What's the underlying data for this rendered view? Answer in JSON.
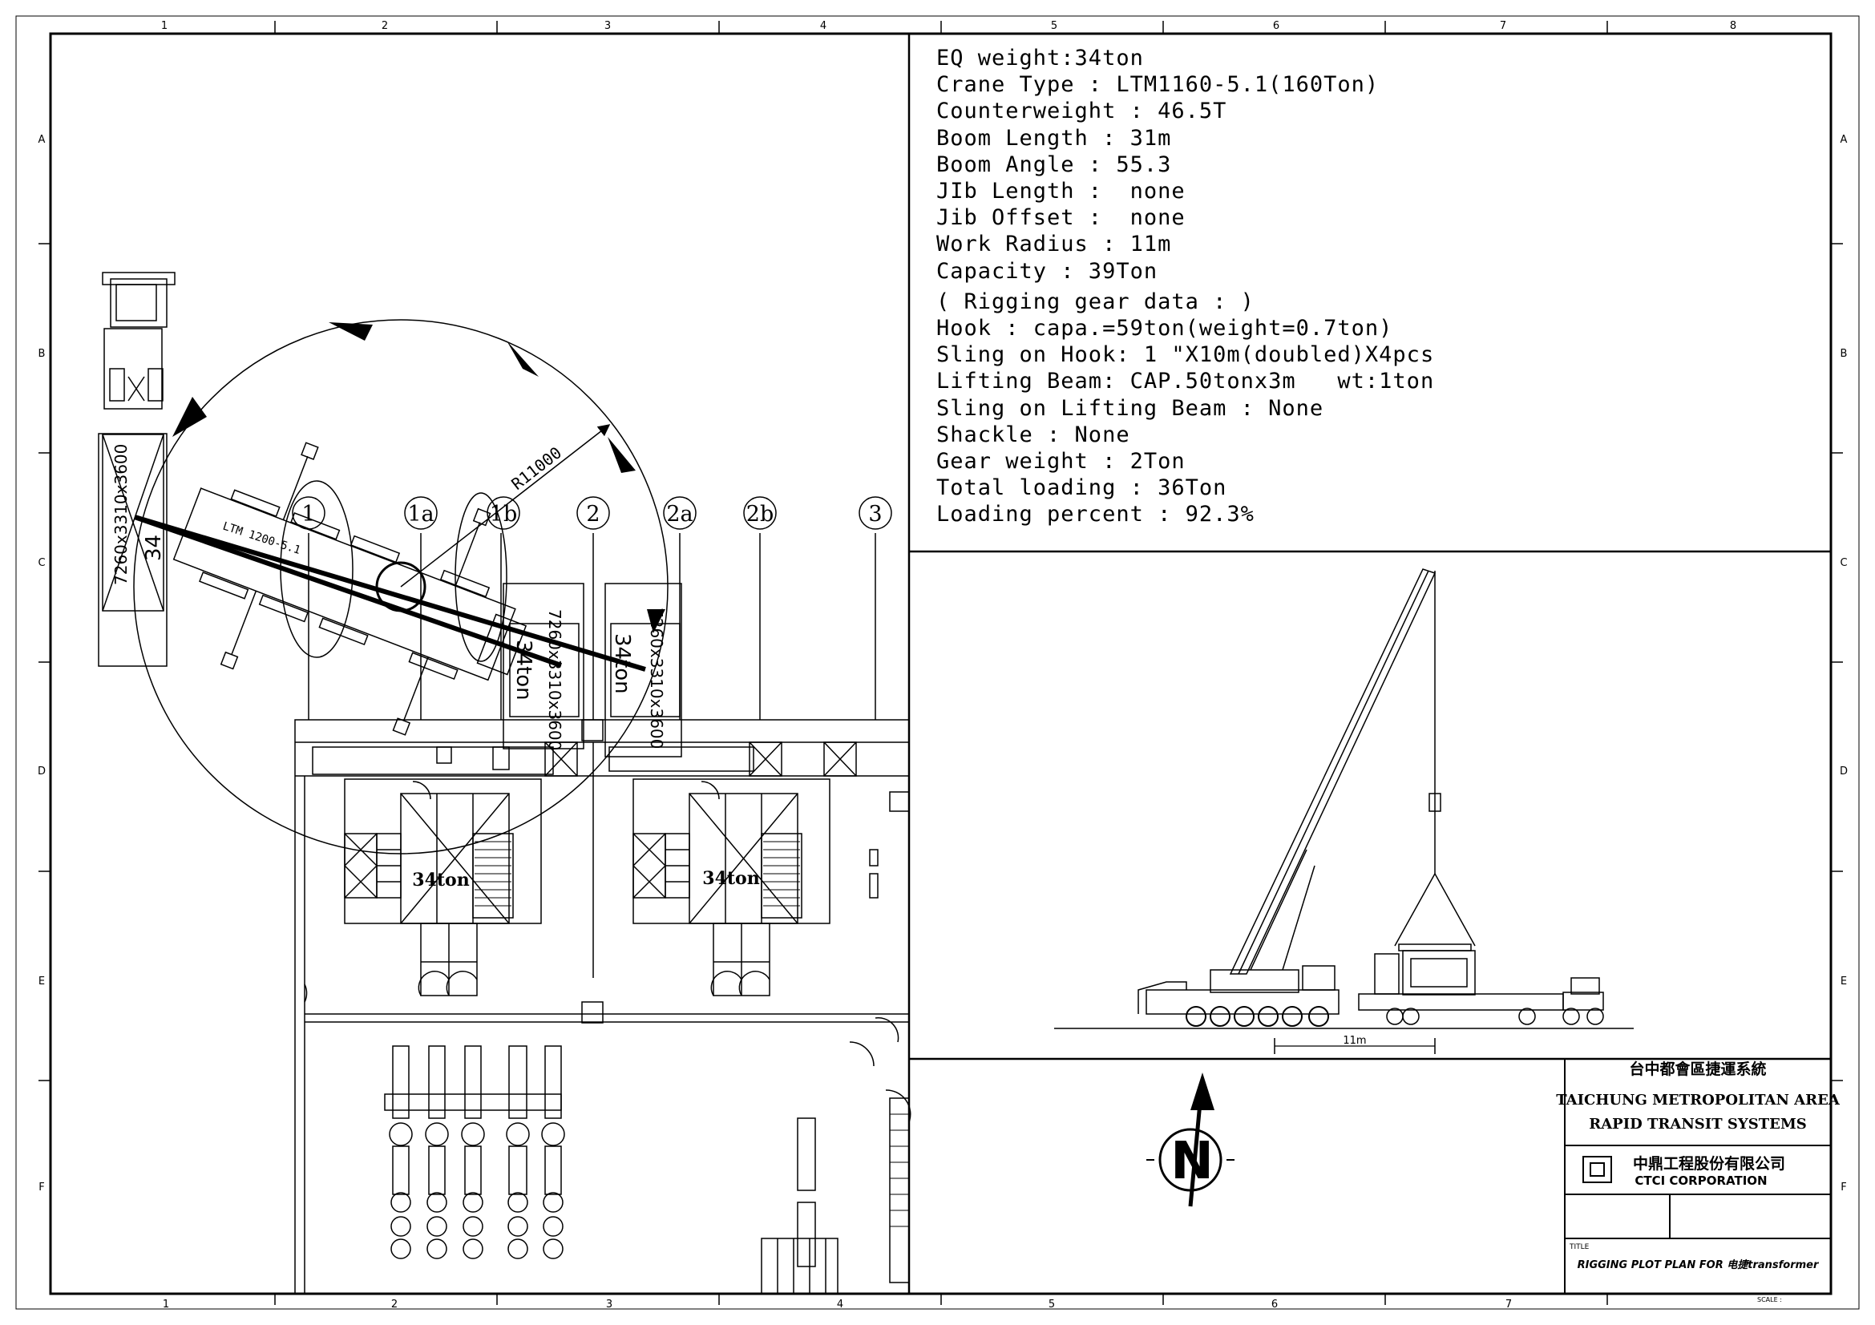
{
  "grid": {
    "columns": [
      "1",
      "2",
      "3",
      "4",
      "5",
      "6",
      "7",
      "8"
    ],
    "bottom_columns": [
      "1",
      "2",
      "3",
      "4",
      "5",
      "6",
      "7"
    ],
    "rows": [
      "A",
      "B",
      "C",
      "D",
      "E",
      "F"
    ]
  },
  "specs": {
    "lines": [
      "EQ weight:34ton",
      "Crane Type : LTM1160-5.1(160Ton)",
      "Counterweight : 46.5T",
      "Boom Length : 31m",
      "Boom Angle : 55.3",
      "JIb Length :  none",
      "Jib Offset :  none",
      "Work Radius : 11m",
      "Capacity : 39Ton",
      "( Rigging gear data : )",
      "Hook : capa.=59ton(weight=0.7ton)",
      "Sling on Hook: 1 \"X10m(doubled)X4pcs",
      "Lifting Beam: CAP.50tonx3m   wt:1ton",
      "Sling on Lifting Beam : None",
      "Shackle : None",
      "Gear weight : 2Ton",
      "Total loading : 36Ton",
      "Loading percent : 92.3%"
    ]
  },
  "plan": {
    "radius_label": "R11000",
    "crane_label": "LTM 1200-5.1",
    "trailer_label": "7260x3310x3600",
    "trailer_weight": "34",
    "axis_labels": [
      "1",
      "1a",
      "1b",
      "2",
      "2a",
      "2b",
      "3"
    ],
    "transformer_dims": "7260x3310x3600",
    "transformer_weight": "34ton",
    "equipment_weight": "34ton"
  },
  "elevation": {
    "radius_dim": "11m"
  },
  "compass": {
    "letter": "N"
  },
  "title_block": {
    "chinese_title": "台中都會區捷運系統",
    "english_title_line1": "TAICHUNG METROPOLITAN AREA",
    "english_title_line2": "RAPID TRANSIT SYSTEMS",
    "company_chinese": "中鼎工程股份有限公司",
    "company_english": "CTCI CORPORATION",
    "title_caption": "TITLE",
    "drawing_title": "RIGGING PLOT PLAN FOR 电捷transformer",
    "scale_caption": "SCALE :"
  }
}
